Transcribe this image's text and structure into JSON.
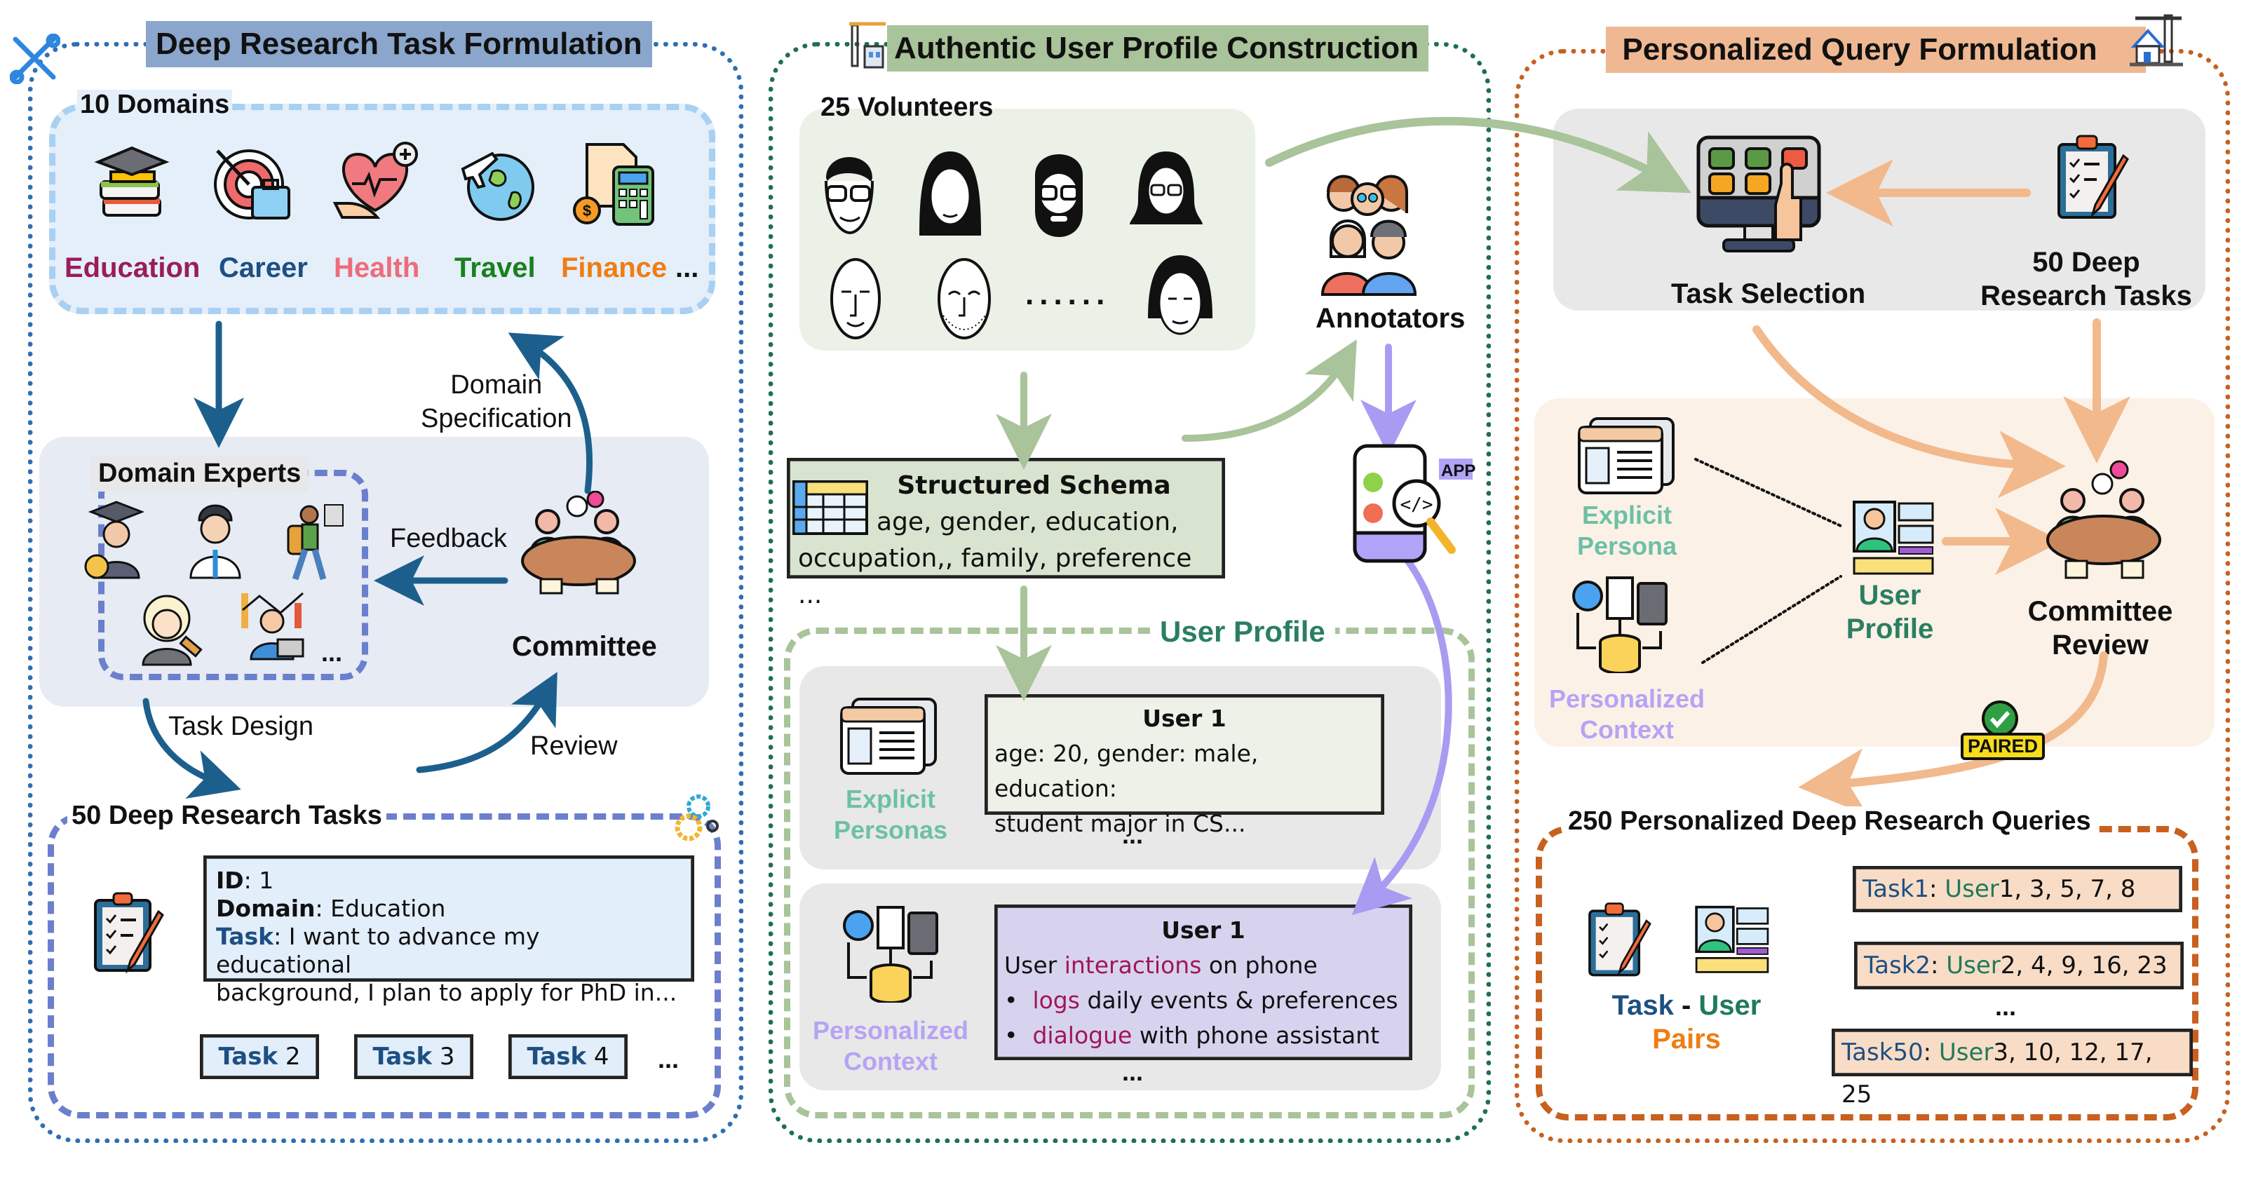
{
  "colors": {
    "panel1_border": "#2e6fb5",
    "panel1_title_bg": "#8aa6cc",
    "panel2_border": "#1f6e58",
    "panel2_title_bg": "#a9c39a",
    "panel3_border": "#c8601f",
    "panel3_title_bg": "#efb892",
    "domain_education": "#9b1c5a",
    "domain_career": "#1d4f82",
    "domain_health": "#ee6c7a",
    "domain_travel": "#18801e",
    "domain_finance": "#f07d13",
    "arrow_blue": "#1d5f8c",
    "arrow_green": "#a9c39a",
    "arrow_purple": "#a99bf2",
    "arrow_orange": "#f2b98c",
    "explicit_teal": "#6cc0a6",
    "context_purple": "#b5a4f4",
    "profile_green": "#2a7f62",
    "task_blue": "#1d4f82",
    "user_green": "#1f7a5a",
    "pairs_orange": "#f07d13",
    "highlight_red": "#a01656"
  },
  "panel1": {
    "title": "Deep Research Task Formulation",
    "title_icon": "tools-icon",
    "domains_label": "10 Domains",
    "domains": [
      {
        "name": "Education",
        "icon": "graduation-books-icon"
      },
      {
        "name": "Career",
        "icon": "target-briefcase-icon"
      },
      {
        "name": "Health",
        "icon": "heart-hand-icon"
      },
      {
        "name": "Travel",
        "icon": "globe-plane-icon"
      },
      {
        "name": "Finance",
        "icon": "calculator-coins-icon"
      }
    ],
    "domains_more": "...",
    "domain_spec_label_1": "Domain",
    "domain_spec_label_2": "Specification",
    "experts_label": "Domain Experts",
    "experts_more": "...",
    "feedback_label": "Feedback",
    "committee_label": "Committee",
    "task_design_label": "Task Design",
    "review_label": "Review",
    "tasks_label": "50 Deep Research Tasks",
    "task_card": {
      "id_key": "ID",
      "id_value": "1",
      "domain_key": "Domain",
      "domain_value": "Education",
      "task_key": "Task",
      "task_value_1": "I want to advance my educational",
      "task_value_2": "background, I plan to apply for PhD in..."
    },
    "task_chips": [
      {
        "key": "Task",
        "num": "2"
      },
      {
        "key": "Task",
        "num": "3"
      },
      {
        "key": "Task",
        "num": "4"
      }
    ],
    "tasks_more": "..."
  },
  "panel2": {
    "title": "Authentic User Profile Construction",
    "title_icon": "crane-building-icon",
    "volunteers_label": "25 Volunteers",
    "volunteers_more": "......",
    "annotators_label": "Annotators",
    "schema_title": "Structured Schema",
    "schema_line_1": "age, gender, education,",
    "schema_line_2": "occupation,, family, preference ...",
    "app_badge": "APP",
    "user_profile_label": "User Profile",
    "explicit_label_1": "Explicit",
    "explicit_label_2": "Personas",
    "user1_title": "User 1",
    "user1_line_1": "age: 20, gender: male, education:",
    "user1_line_2": "student major in CS...",
    "explicit_more": "...",
    "context_label_1": "Personalized",
    "context_label_2": "Context",
    "ctx_user_title": "User 1",
    "ctx_line_1_a": "User ",
    "ctx_line_1_b": "interactions",
    "ctx_line_1_c": " on phone",
    "ctx_bullets": [
      {
        "hl": "logs",
        "rest": " daily events & preferences"
      },
      {
        "hl": "dialogue",
        "rest": " with phone assistant"
      }
    ],
    "context_more": "..."
  },
  "panel3": {
    "title": "Personalized Query Formulation",
    "title_icon": "crane-house-icon",
    "task_selection_label": "Task Selection",
    "deep_tasks_label_1": "50 Deep",
    "deep_tasks_label_2": "Research Tasks",
    "explicit_label_1": "Explicit",
    "explicit_label_2": "Persona",
    "context_label_1": "Personalized",
    "context_label_2": "Context",
    "user_profile_label_1": "User",
    "user_profile_label_2": "Profile",
    "committee_label_1": "Committee",
    "committee_label_2": "Review",
    "paired_badge": "PAIRED",
    "queries_label": "250 Personalized Deep Research Queries",
    "pairs_task": "Task",
    "pairs_dash": " - ",
    "pairs_user": "User",
    "pairs_label": "Pairs",
    "pair_rows": [
      {
        "task": "Task1",
        "user": "User",
        "ids": "1, 3, 5, 7, 8"
      },
      {
        "task": "Task2",
        "user": "User",
        "ids": "2, 4, 9, 16, 23"
      },
      {
        "task": "Task50",
        "user": "User",
        "ids": "3, 10, 12, 17, 25"
      }
    ],
    "pairs_more": "..."
  }
}
